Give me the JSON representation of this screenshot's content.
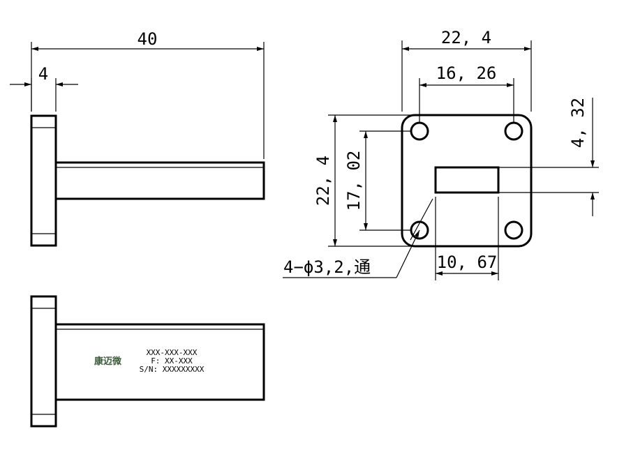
{
  "dimensions": {
    "overall_length": "40",
    "flange_thickness": "4",
    "flange_width": "22, 4",
    "hole_spacing_h": "16, 26",
    "flange_height": "22, 4",
    "hole_spacing_v": "17, 02",
    "slot_height": "4, 32",
    "slot_width": "10, 67",
    "holes_note": "4−ϕ3,2,通"
  },
  "product_label": {
    "brand": "康迈微",
    "part_number": "XXX-XXX-XXX",
    "frequency": "F: XX-XXX",
    "serial": "S/N: XXXXXXXXX"
  }
}
